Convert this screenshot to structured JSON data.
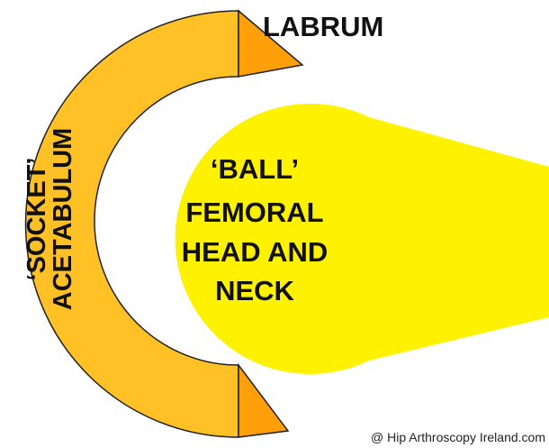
{
  "labels": {
    "labrum": "LABRUM",
    "socket": "‘SOCKET’",
    "acetabulum": "ACETABULUM",
    "ball_line1": "‘BALL’",
    "ball_line2": "FEMORAL",
    "ball_line3": "HEAD AND",
    "ball_line4": "NECK"
  },
  "credit": "@ Hip Arthroscopy Ireland.com",
  "colors": {
    "acetabulum_fill": "#FFC125",
    "labrum_fill": "#FF9F0A",
    "femoral_fill": "#FFF200",
    "outline": "#222222"
  }
}
